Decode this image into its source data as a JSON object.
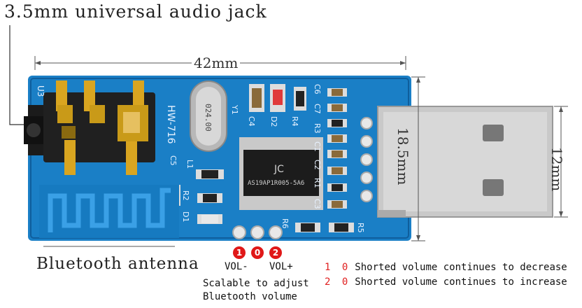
{
  "title": "3.5mm universal audio jack",
  "dimensions": {
    "width": "42mm",
    "usb_length": "18.5mm",
    "usb_width": "12mm"
  },
  "antenna_label": "Bluetooth antenna",
  "pads": {
    "badge_1": "1",
    "badge_0": "0",
    "badge_2": "2",
    "vol_minus": "VOL-",
    "vol_plus": "VOL+",
    "scalable_line1": "Scalable to adjust",
    "scalable_line2": "Bluetooth volume"
  },
  "notes": [
    {
      "code": "1 0",
      "text": "Shorted volume continues to decrease"
    },
    {
      "code": "2 0",
      "text": "Shorted volume continues to increase"
    }
  ],
  "board": {
    "model": "HW-716",
    "chip": "AS19AP1R005-5A6",
    "crystal": "024.00",
    "designators": [
      "U3",
      "C5",
      "C4",
      "Y1",
      "D2",
      "R4",
      "C6",
      "C7",
      "R3",
      "C1",
      "C2",
      "R1",
      "C3",
      "R5",
      "R6",
      "R2",
      "D1",
      "L1"
    ]
  },
  "colors": {
    "pcb": "#1a7fc6",
    "pcb_dark": "#0f5e9c",
    "gold": "#d9a520",
    "usb_metal": "#c9c9c9",
    "badge": "#e01818"
  }
}
